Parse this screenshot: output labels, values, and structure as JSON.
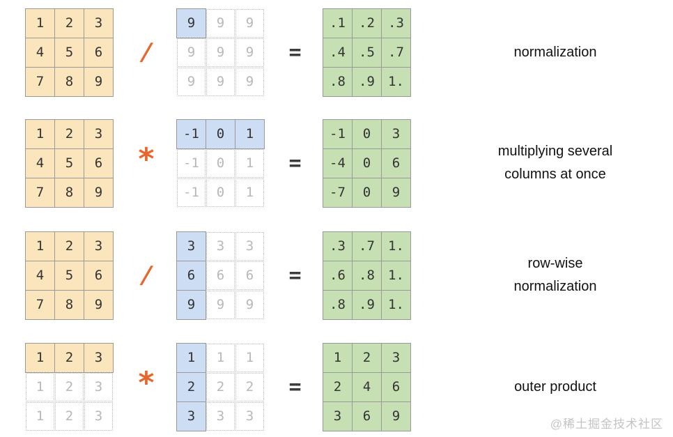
{
  "palette": {
    "orange_cell": "#FBE5BD",
    "blue_cell": "#CDDDF3",
    "green_cell": "#C6E0B4",
    "cell_border": "#999999",
    "cell_text": "#333333",
    "ghost_border": "#BBBBBB",
    "ghost_text": "#B8B8B8",
    "operator_orange": "#E8662B",
    "equals_color": "#3D3D3D",
    "label_color": "#111111",
    "watermark_color": "#C4C4C4"
  },
  "ui": {
    "equals_label": "="
  },
  "watermark": "@稀土掘金技术社区",
  "rows": [
    {
      "operator": "/",
      "label_lines": [
        "normalization"
      ],
      "left": {
        "values": [
          [
            "1",
            "2",
            "3"
          ],
          [
            "4",
            "5",
            "6"
          ],
          [
            "7",
            "8",
            "9"
          ]
        ],
        "styles": [
          [
            "o",
            "o",
            "o"
          ],
          [
            "o",
            "o",
            "o"
          ],
          [
            "o",
            "o",
            "o"
          ]
        ]
      },
      "mid": {
        "values": [
          [
            "9",
            "9",
            "9"
          ],
          [
            "9",
            "9",
            "9"
          ],
          [
            "9",
            "9",
            "9"
          ]
        ],
        "styles": [
          [
            "b",
            "g",
            "g"
          ],
          [
            "g",
            "g",
            "g"
          ],
          [
            "g",
            "g",
            "g"
          ]
        ]
      },
      "result": {
        "values": [
          [
            ".1",
            ".2",
            ".3"
          ],
          [
            ".4",
            ".5",
            ".7"
          ],
          [
            ".8",
            ".9",
            "1."
          ]
        ],
        "styles": [
          [
            "r",
            "r",
            "r"
          ],
          [
            "r",
            "r",
            "r"
          ],
          [
            "r",
            "r",
            "r"
          ]
        ]
      }
    },
    {
      "operator": "*",
      "label_lines": [
        "multiplying several",
        "columns at once"
      ],
      "left": {
        "values": [
          [
            "1",
            "2",
            "3"
          ],
          [
            "4",
            "5",
            "6"
          ],
          [
            "7",
            "8",
            "9"
          ]
        ],
        "styles": [
          [
            "o",
            "o",
            "o"
          ],
          [
            "o",
            "o",
            "o"
          ],
          [
            "o",
            "o",
            "o"
          ]
        ]
      },
      "mid": {
        "values": [
          [
            "-1",
            "0",
            "1"
          ],
          [
            "-1",
            "0",
            "1"
          ],
          [
            "-1",
            "0",
            "1"
          ]
        ],
        "styles": [
          [
            "b",
            "b",
            "b"
          ],
          [
            "g",
            "g",
            "g"
          ],
          [
            "g",
            "g",
            "g"
          ]
        ]
      },
      "result": {
        "values": [
          [
            "-1",
            "0",
            "3"
          ],
          [
            "-4",
            "0",
            "6"
          ],
          [
            "-7",
            "0",
            "9"
          ]
        ],
        "styles": [
          [
            "r",
            "r",
            "r"
          ],
          [
            "r",
            "r",
            "r"
          ],
          [
            "r",
            "r",
            "r"
          ]
        ]
      }
    },
    {
      "operator": "/",
      "label_lines": [
        "row-wise",
        "normalization"
      ],
      "left": {
        "values": [
          [
            "1",
            "2",
            "3"
          ],
          [
            "4",
            "5",
            "6"
          ],
          [
            "7",
            "8",
            "9"
          ]
        ],
        "styles": [
          [
            "o",
            "o",
            "o"
          ],
          [
            "o",
            "o",
            "o"
          ],
          [
            "o",
            "o",
            "o"
          ]
        ]
      },
      "mid": {
        "values": [
          [
            "3",
            "3",
            "3"
          ],
          [
            "6",
            "6",
            "6"
          ],
          [
            "9",
            "9",
            "9"
          ]
        ],
        "styles": [
          [
            "b",
            "g",
            "g"
          ],
          [
            "b",
            "g",
            "g"
          ],
          [
            "b",
            "g",
            "g"
          ]
        ]
      },
      "result": {
        "values": [
          [
            ".3",
            ".7",
            "1."
          ],
          [
            ".6",
            ".8",
            "1."
          ],
          [
            ".8",
            ".9",
            "1."
          ]
        ],
        "styles": [
          [
            "r",
            "r",
            "r"
          ],
          [
            "r",
            "r",
            "r"
          ],
          [
            "r",
            "r",
            "r"
          ]
        ]
      }
    },
    {
      "operator": "*",
      "label_lines": [
        "outer product"
      ],
      "left": {
        "values": [
          [
            "1",
            "2",
            "3"
          ],
          [
            "1",
            "2",
            "3"
          ],
          [
            "1",
            "2",
            "3"
          ]
        ],
        "styles": [
          [
            "o",
            "o",
            "o"
          ],
          [
            "g",
            "g",
            "g"
          ],
          [
            "g",
            "g",
            "g"
          ]
        ]
      },
      "mid": {
        "values": [
          [
            "1",
            "1",
            "1"
          ],
          [
            "2",
            "2",
            "2"
          ],
          [
            "3",
            "3",
            "3"
          ]
        ],
        "styles": [
          [
            "b",
            "g",
            "g"
          ],
          [
            "b",
            "g",
            "g"
          ],
          [
            "b",
            "g",
            "g"
          ]
        ]
      },
      "result": {
        "values": [
          [
            "1",
            "2",
            "3"
          ],
          [
            "2",
            "4",
            "6"
          ],
          [
            "3",
            "6",
            "9"
          ]
        ],
        "styles": [
          [
            "r",
            "r",
            "r"
          ],
          [
            "r",
            "r",
            "r"
          ],
          [
            "r",
            "r",
            "r"
          ]
        ]
      }
    }
  ]
}
